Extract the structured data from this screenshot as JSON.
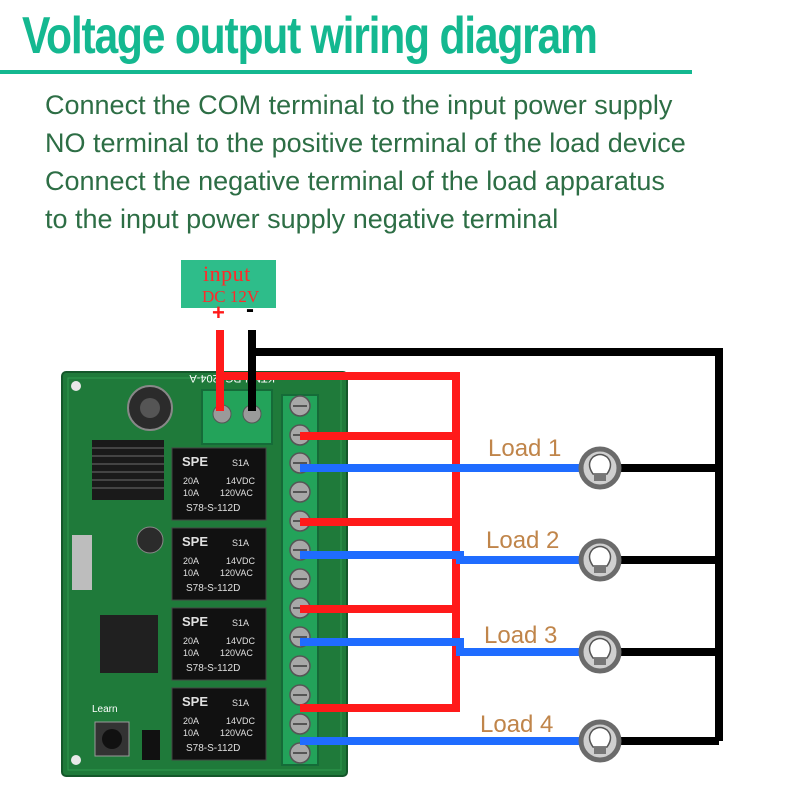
{
  "title": "Voltage output wiring diagram",
  "description": [
    "Connect the COM terminal to the input power supply",
    "NO terminal to the positive terminal of the load device",
    "Connect the negative terminal of the load apparatus",
    "to the input power supply negative terminal"
  ],
  "input_label": {
    "line1": "input",
    "line2": "DC 12V",
    "plus": "+",
    "minus": "-"
  },
  "board": {
    "model": "KTNN-RG1204-A",
    "learn_label": "Learn",
    "relay": {
      "brand": "SPE",
      "code": "S1A",
      "rating_a1": "20A",
      "rating_v1": "14VDC",
      "rating_a2": "10A",
      "rating_v2": "120VAC",
      "model": "S78-S-112D"
    }
  },
  "loads": [
    {
      "label": "Load 1"
    },
    {
      "label": "Load 2"
    },
    {
      "label": "Load 3"
    },
    {
      "label": "Load 4"
    }
  ],
  "colors": {
    "title": "#14b890",
    "description": "#2d6e45",
    "input_box": "#2ebd8a",
    "positive_wire": "#ff1a1a",
    "load_wire": "#1f6cff",
    "negative_wire": "#000000",
    "load_label": "#c0854a",
    "pcb": "#1f7a3a"
  }
}
